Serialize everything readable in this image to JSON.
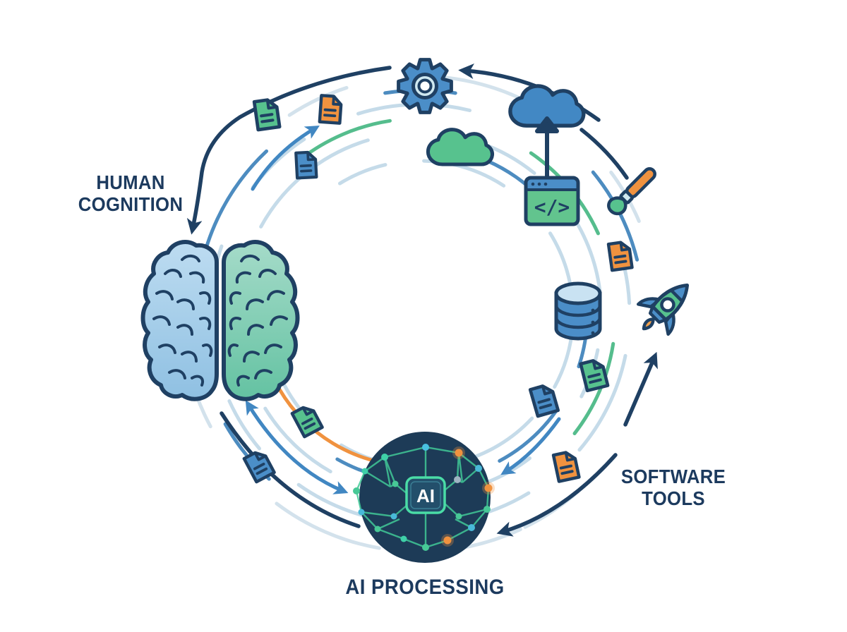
{
  "meta": {
    "description": "Circular flow illustration connecting human cognition, software tools and AI processing"
  },
  "labels": {
    "human_cognition": "HUMAN COGNITION",
    "software_tools": "SOFTWARE TOOLS",
    "ai_processing": "AI PROCESSING"
  },
  "ai_core": {
    "chip_label": "AI"
  },
  "icons": {
    "code_symbol": "</>",
    "list": [
      {
        "name": "gear-icon",
        "color": "#4b8ec8"
      },
      {
        "name": "upload-cloud-icon",
        "color": "#4288c4"
      },
      {
        "name": "cloud-icon",
        "color": "#57c28e"
      },
      {
        "name": "code-window-icon",
        "color": "#62c48e"
      },
      {
        "name": "paintbrush-icon",
        "color": "#f0923f"
      },
      {
        "name": "database-icon",
        "color": "#4b8ec8"
      },
      {
        "name": "rocket-icon",
        "color": "#57c28e"
      },
      {
        "name": "brain-icon",
        "color": "#a9cfe9"
      },
      {
        "name": "ai-network-icon",
        "color": "#1d3b57"
      },
      {
        "name": "document-icon-green",
        "color": "#57c28e"
      },
      {
        "name": "document-icon-orange",
        "color": "#f0923f"
      },
      {
        "name": "document-icon-blue",
        "color": "#4b8ec8"
      }
    ]
  },
  "colors": {
    "outline_navy": "#1f4063",
    "text_navy": "#1c3a5e",
    "blue": "#4b8ec8",
    "light_blue_arc": "#c5dbe9",
    "medium_blue_arc": "#4d8cc0",
    "green": "#57c28e",
    "orange": "#f0923f",
    "ai_circle": "#1d3b57",
    "network_green": "#41c897"
  }
}
